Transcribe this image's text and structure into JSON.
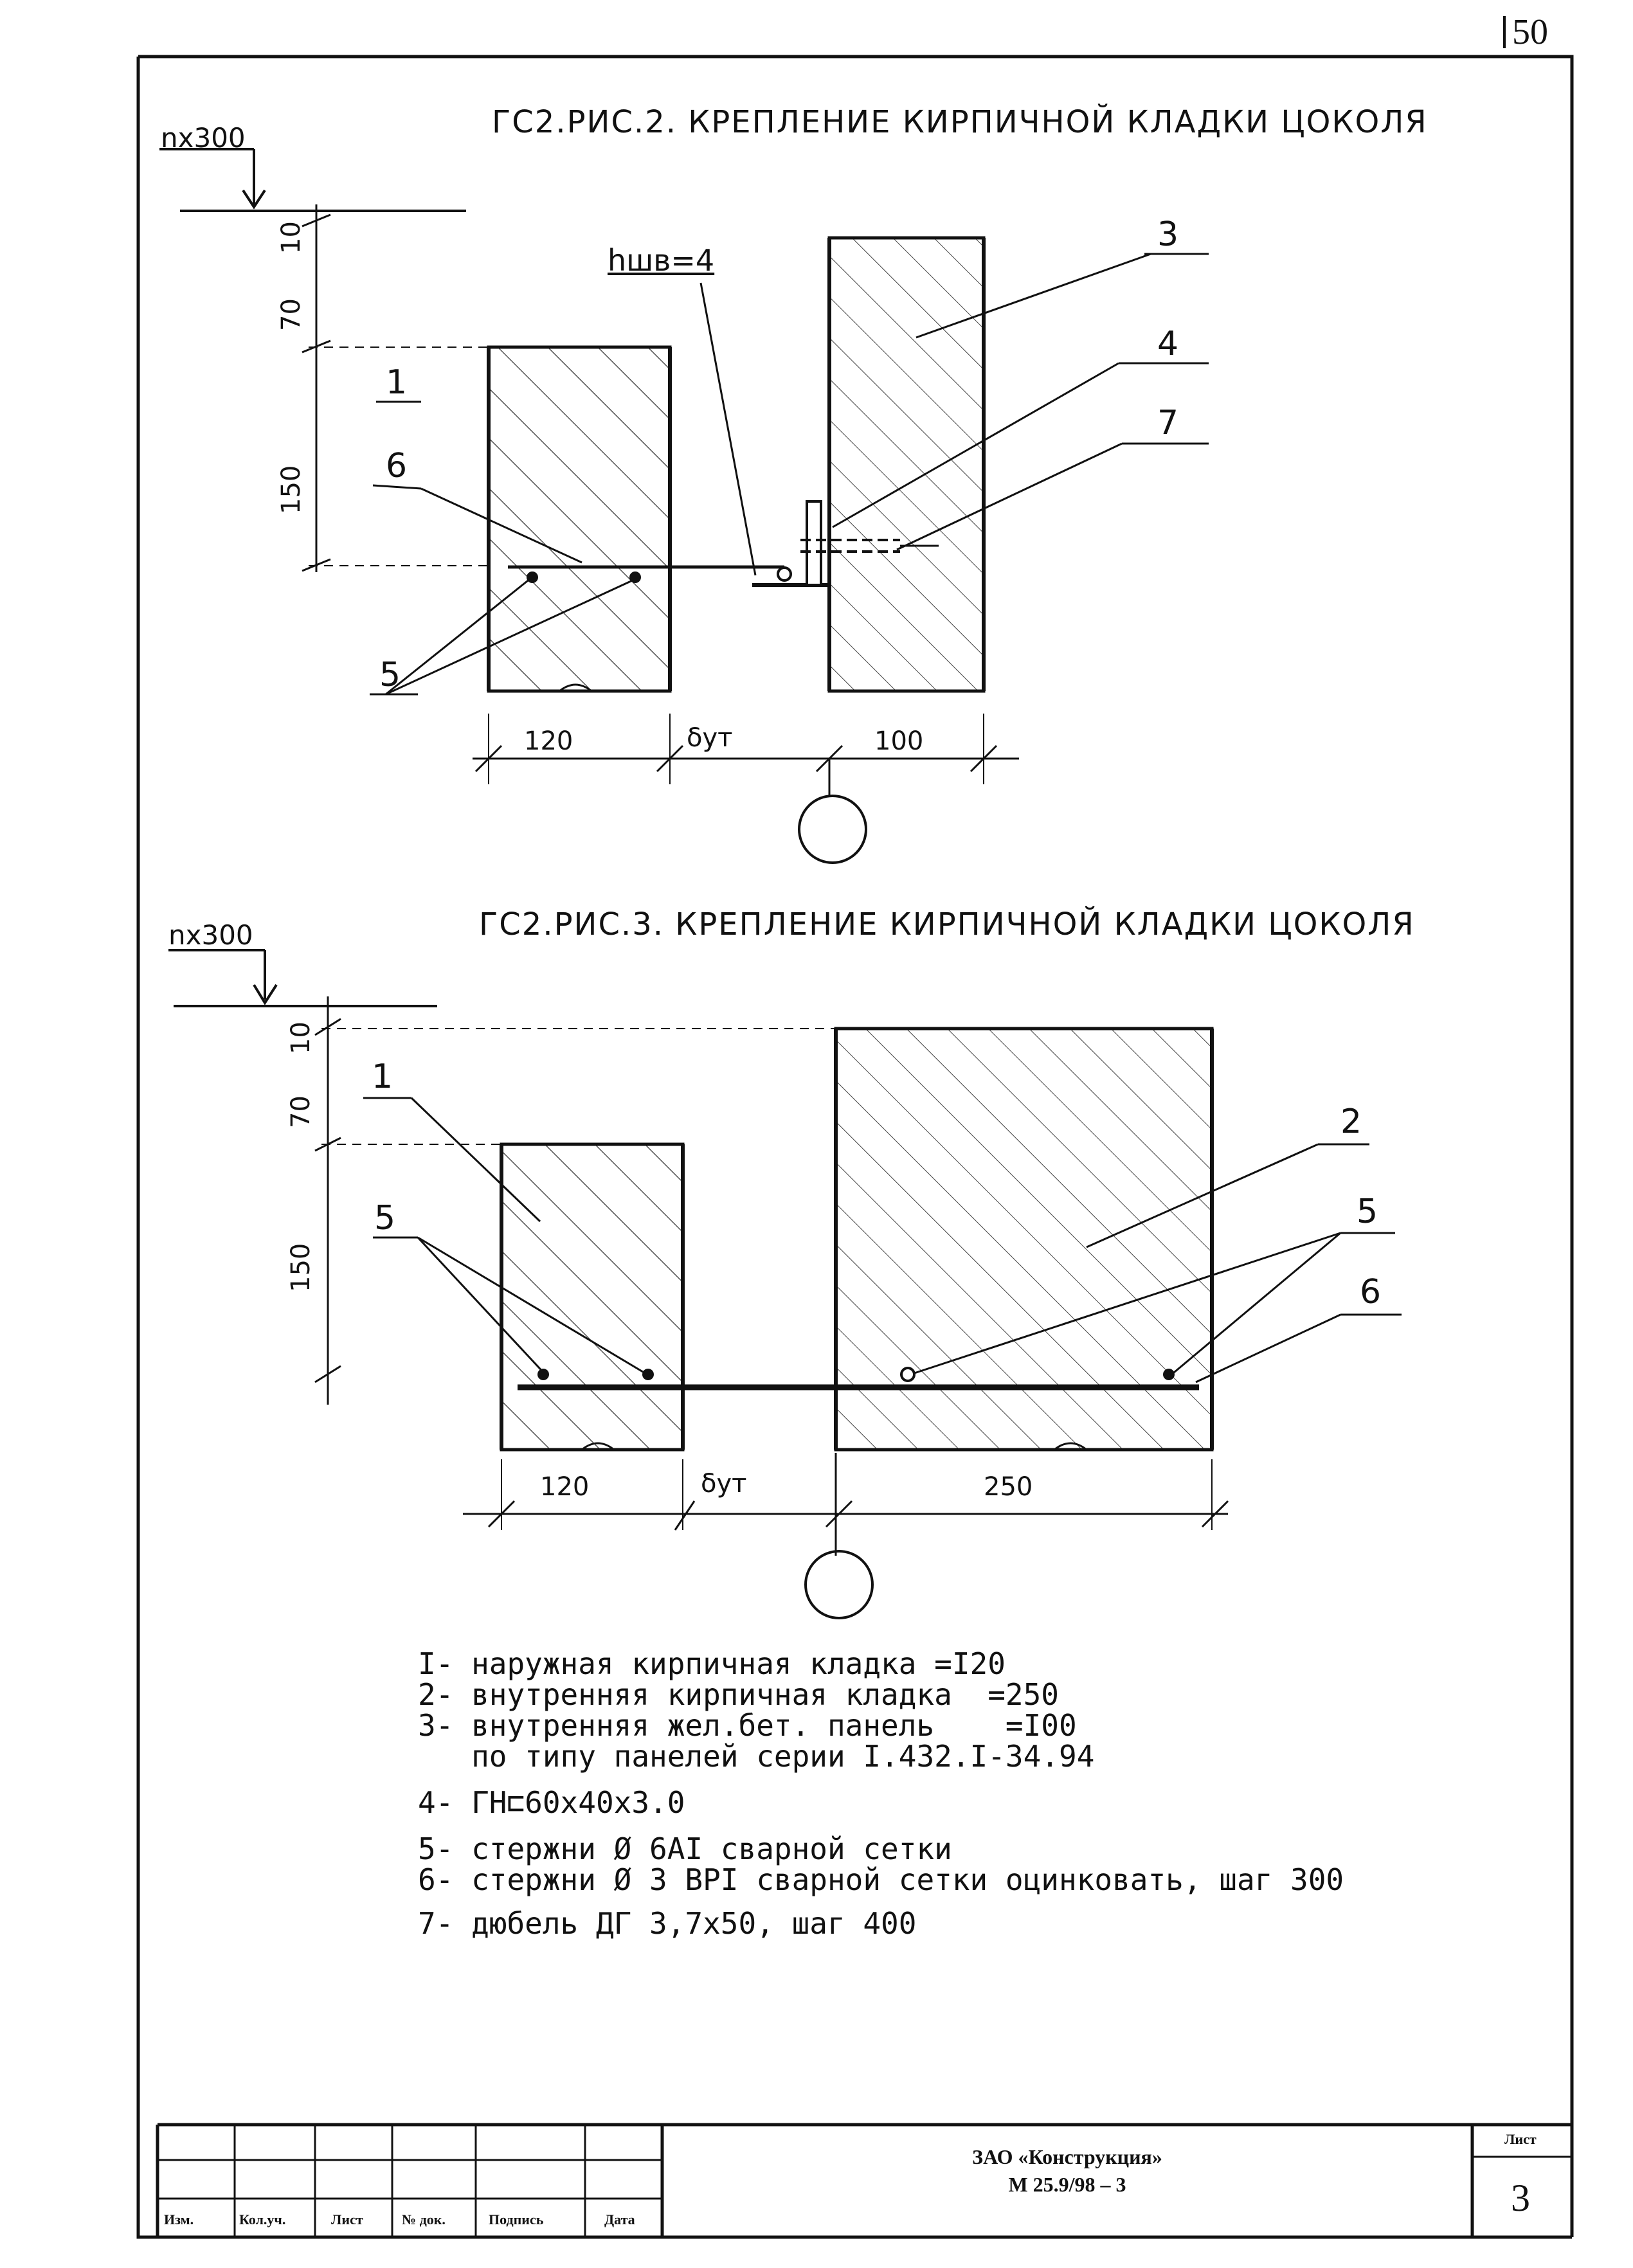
{
  "page_number": "50",
  "figure2": {
    "title": "ГС2.РИС.2. КРЕПЛЕНИЕ КИРПИЧНОЙ КЛАДКИ ЦОКОЛЯ",
    "level": "nx300",
    "dims_vertical": [
      "10",
      "70",
      "150"
    ],
    "dims_horizontal": [
      "120",
      "δут",
      "100"
    ],
    "weld_label": "hшв=4",
    "callouts": [
      "1",
      "3",
      "4",
      "5",
      "6",
      "7"
    ]
  },
  "figure3": {
    "title": "ГС2.РИС.3. КРЕПЛЕНИЕ КИРПИЧНОЙ КЛАДКИ ЦОКОЛЯ",
    "level": "nx300",
    "dims_vertical": [
      "10",
      "70",
      "150"
    ],
    "dims_horizontal": [
      "120",
      "δут",
      "250"
    ],
    "callouts": [
      "1",
      "2",
      "5",
      "5",
      "6"
    ]
  },
  "legend": [
    "I- наружная кирпичная кладка    =I20",
    "2- внутренняя кирпичная кладка  =250",
    "3- внутренняя жел.бет. панель    =I00",
    "   по типу панелей серии I.432.I-34.94",
    "4- ГН⊏60х40х3.0",
    "5- стержни Ø 6АI  сварной сетки",
    "6- стержни Ø 3 ВРI  сварной сетки оцинковать, шаг 300",
    "7- дюбель ДГ 3,7х50, шаг 400"
  ],
  "title_block": {
    "columns": [
      "Изм.",
      "Кол.уч.",
      "Лист",
      "№ док.",
      "Подпись",
      "Дата"
    ],
    "company": "ЗАО «Конструкция»",
    "code": "М 25.9/98 – 3",
    "sheet_label": "Лист",
    "sheet_number": "3"
  }
}
